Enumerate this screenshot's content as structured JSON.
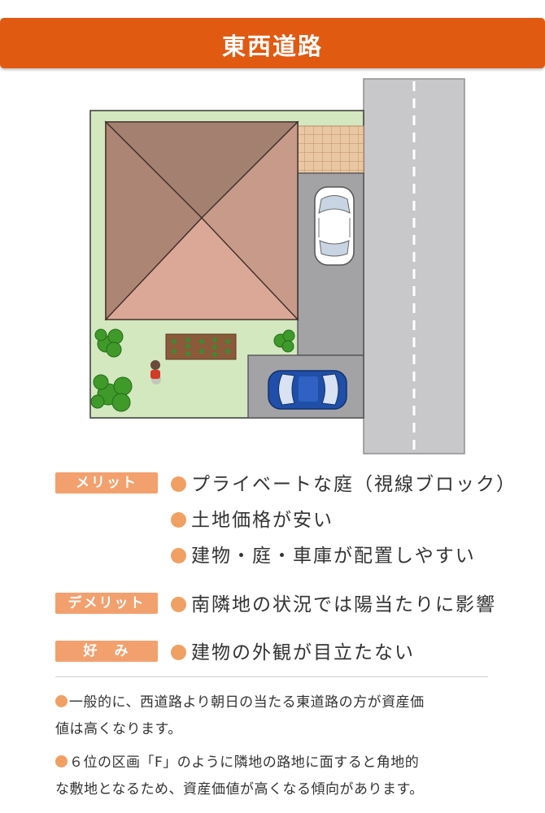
{
  "title": "東西道路",
  "tags": {
    "merit": "メリット",
    "demerit": "デメリット",
    "preference": "好　み"
  },
  "merits": [
    "プライベートな庭（視線ブロック）",
    "土地価格が安い",
    "建物・庭・車庫が配置しやすい"
  ],
  "demerits": [
    "南隣地の状況では陽当たりに影響"
  ],
  "preferences": [
    "建物の外観が目立たない"
  ],
  "notes": [
    "一般的に、西道路より朝日の当たる東道路の方が資産価",
    "値は高くなります。",
    "６位の区画「F」のように隣地の路地に面すると角地的",
    "な敷地となるため、資産価値が高くなる傾向があります。"
  ],
  "colors": {
    "title_bg": "#e05a12",
    "tag_bg": "#f2a06e",
    "bullet": "#f0a062",
    "lawn": "#d3e8bf",
    "road": "#c8c8ca",
    "roof_dark": "#b08b7c",
    "roof_light": "#dba898",
    "car_white": "#ffffff",
    "car_blue": "#1f4fa8"
  },
  "icons": [
    "house-roof-icon",
    "white-car-icon",
    "blue-car-icon",
    "person-icon",
    "shrub-icon",
    "vegetable-garden-icon",
    "paving-tile-icon"
  ]
}
